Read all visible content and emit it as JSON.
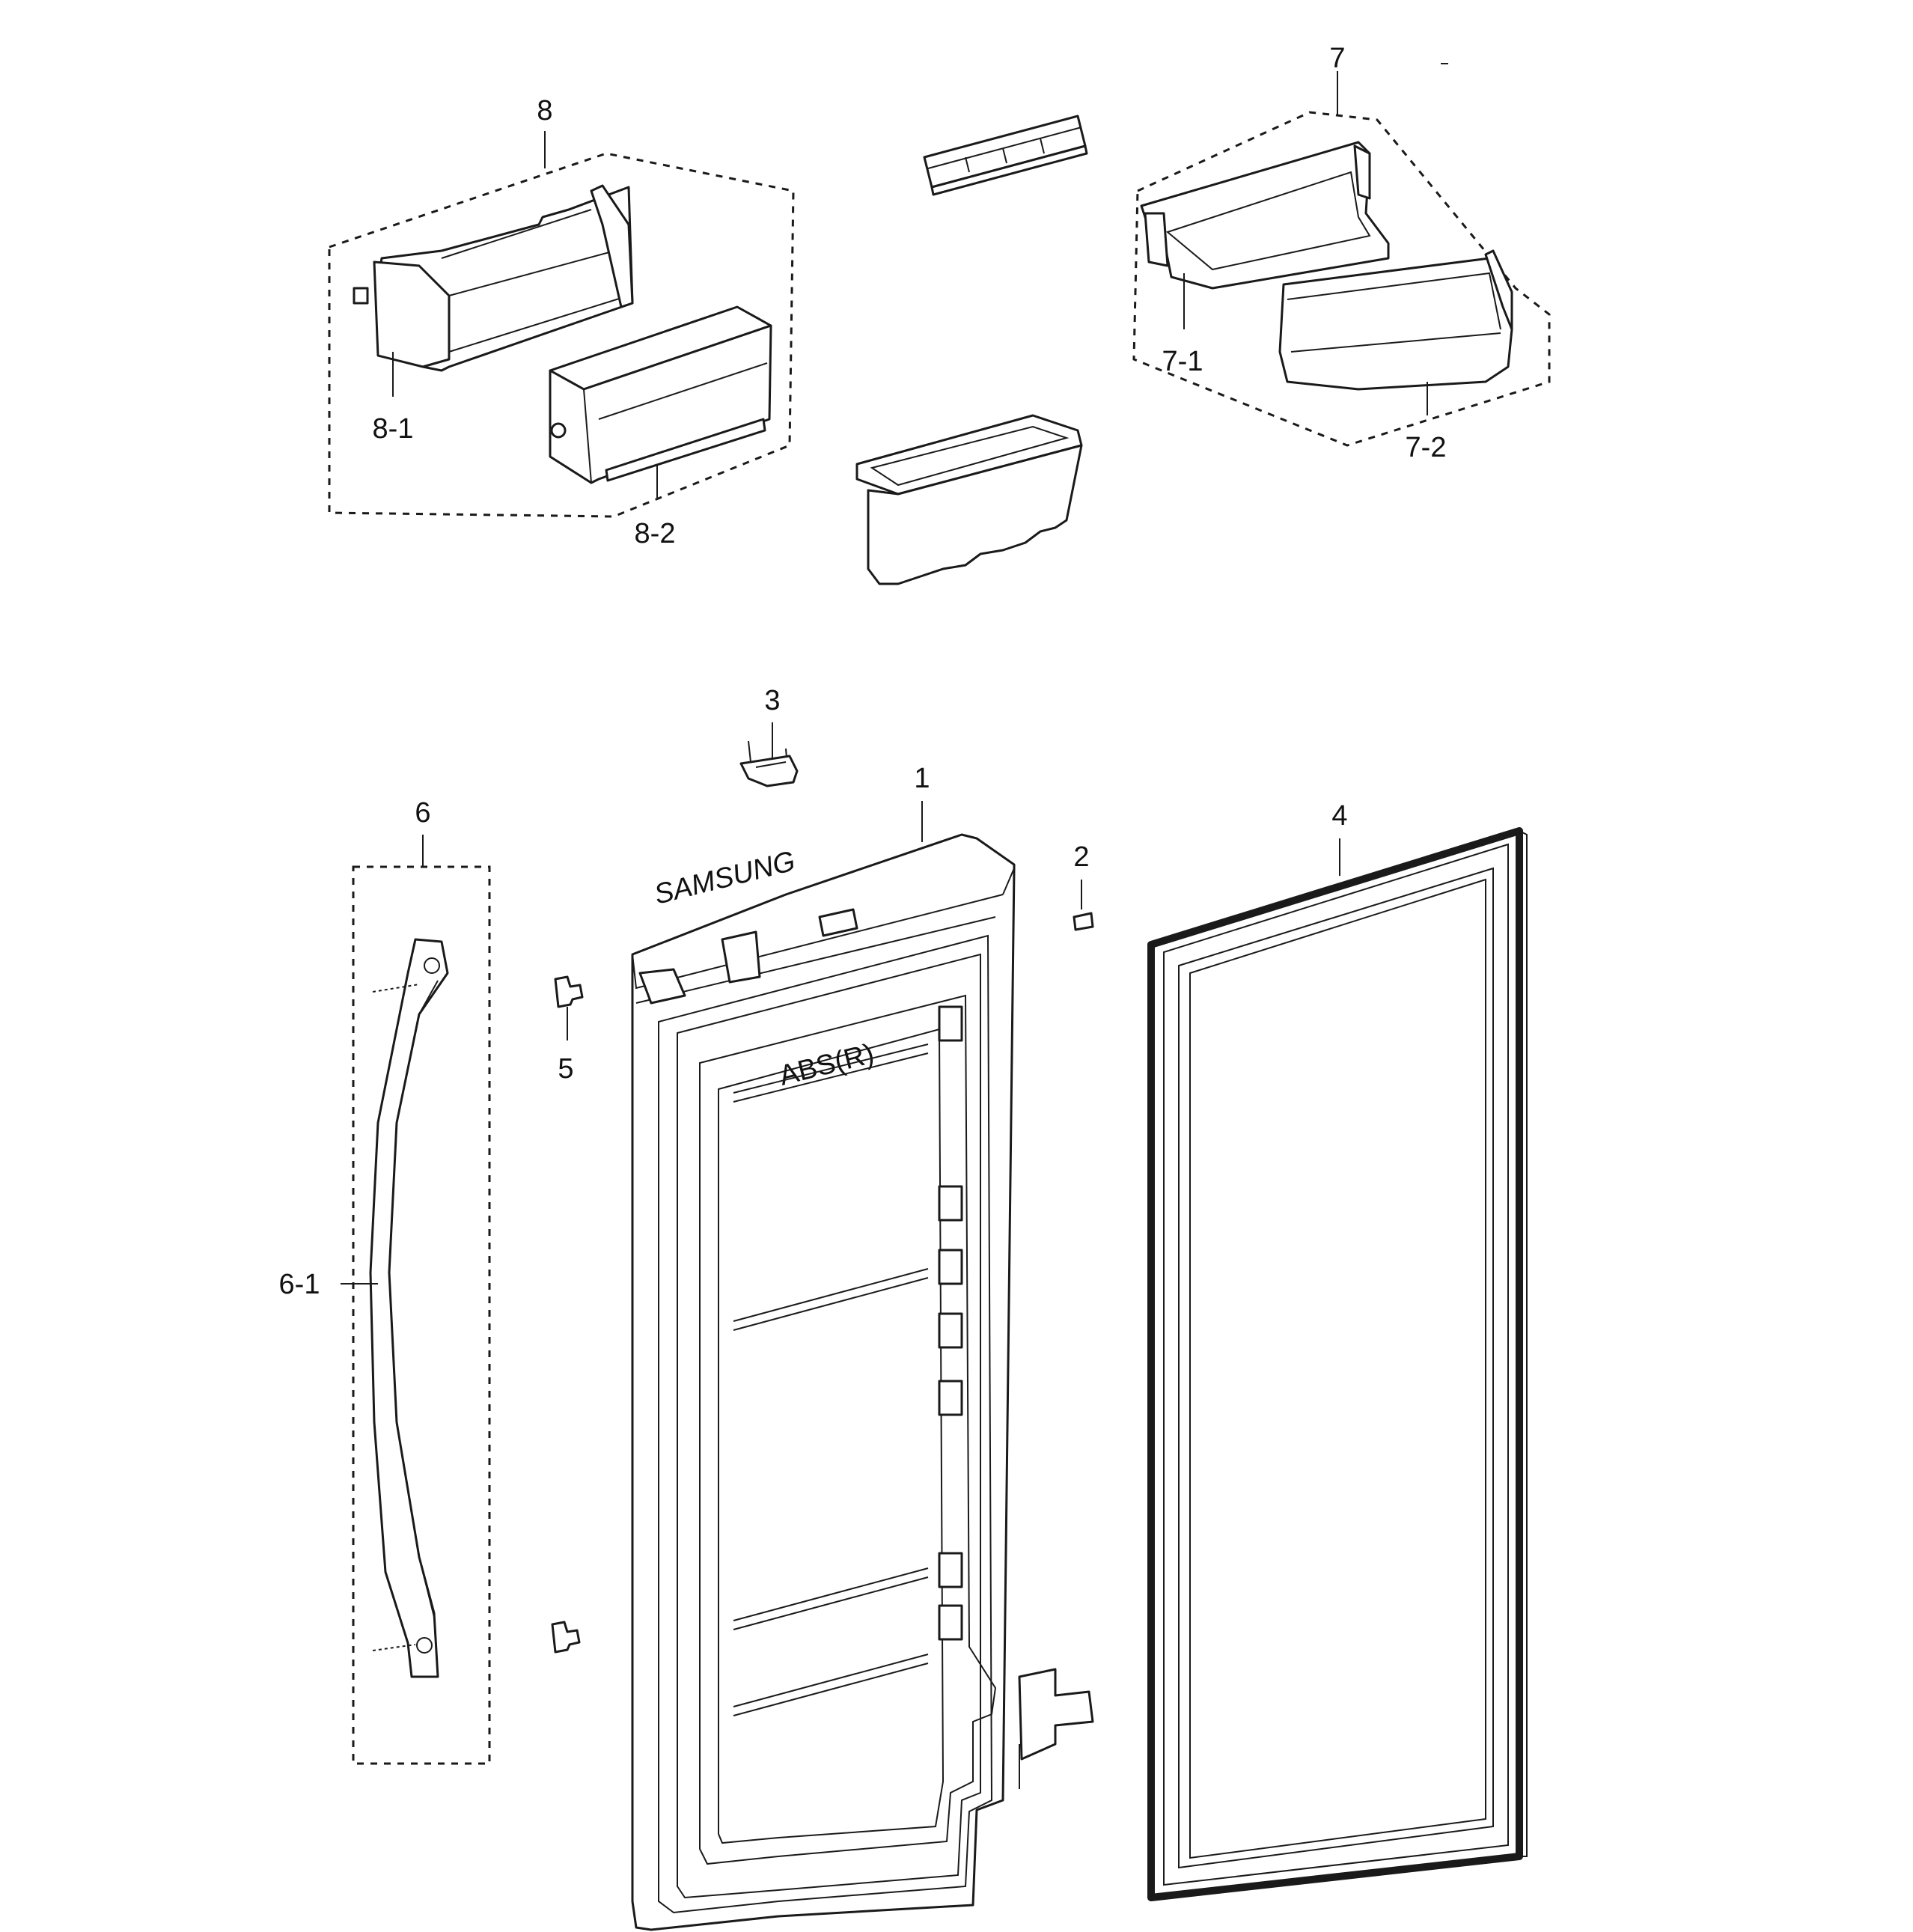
{
  "labels": {
    "l8": "8",
    "l8_1": "8-1",
    "l8_2": "8-2",
    "l7": "7",
    "l7_1": "7-1",
    "l7_2": "7-2",
    "l3": "3",
    "l1": "1",
    "l2": "2",
    "l4": "4",
    "l6": "6",
    "l5": "5",
    "l6_1": "6-1"
  },
  "markings": {
    "liner": "ABS(R)",
    "logo": "SAMSUNG"
  },
  "colors": {
    "line": "#1a1a1a",
    "background": "#ffffff"
  }
}
